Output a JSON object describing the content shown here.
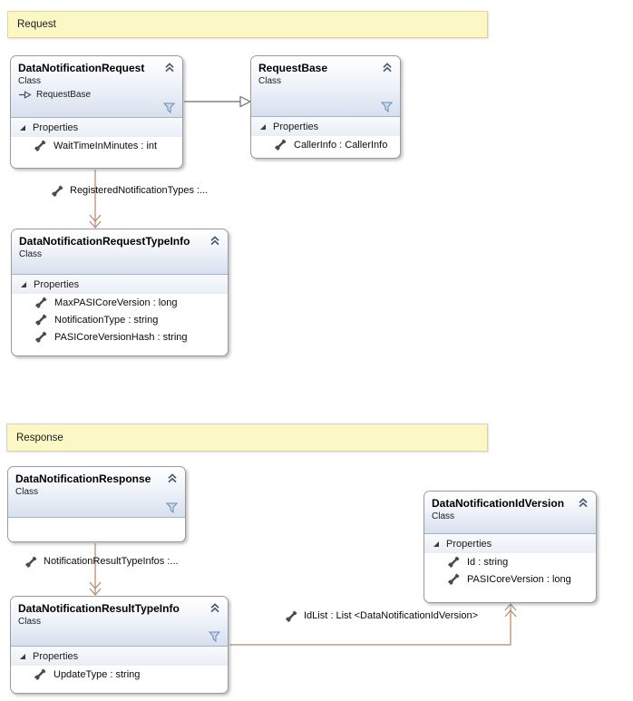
{
  "banners": {
    "request": {
      "label": "Request"
    },
    "response": {
      "label": "Response"
    }
  },
  "compartments": {
    "properties_label": "Properties"
  },
  "classes": [
    {
      "name": "DataNotificationRequest",
      "kind": "Class",
      "inherits": "RequestBase",
      "properties": [
        "WaitTimeInMinutes : int"
      ]
    },
    {
      "name": "RequestBase",
      "kind": "Class",
      "properties": [
        "CallerInfo : CallerInfo"
      ]
    },
    {
      "name": "DataNotificationRequestTypeInfo",
      "kind": "Class",
      "properties": [
        "MaxPASICoreVersion : long",
        "NotificationType : string",
        "PASICoreVersionHash : string"
      ]
    },
    {
      "name": "DataNotificationResponse",
      "kind": "Class",
      "properties": []
    },
    {
      "name": "DataNotificationIdVersion",
      "kind": "Class",
      "properties": [
        "Id : string",
        "PASICoreVersion : long"
      ]
    },
    {
      "name": "DataNotificationResultTypeInfo",
      "kind": "Class",
      "properties": [
        "UpdateType : string"
      ]
    }
  ],
  "associations": [
    {
      "label": "RegisteredNotificationTypes  :..."
    },
    {
      "label": "NotificationResultTypeInfos  :..."
    },
    {
      "label": "IdList : List <DataNotificationIdVersion>"
    }
  ],
  "colors": {
    "association_line": "#b5876b",
    "inheritance_line": "#6e6e6e",
    "banner_background": "#fbf8c6",
    "banner_border": "#d9d59b",
    "header_gradient_bottom": "#d7e0ef",
    "filter_icon_blue": "#6b8cb8",
    "icon_dark": "#4a4a4a"
  }
}
